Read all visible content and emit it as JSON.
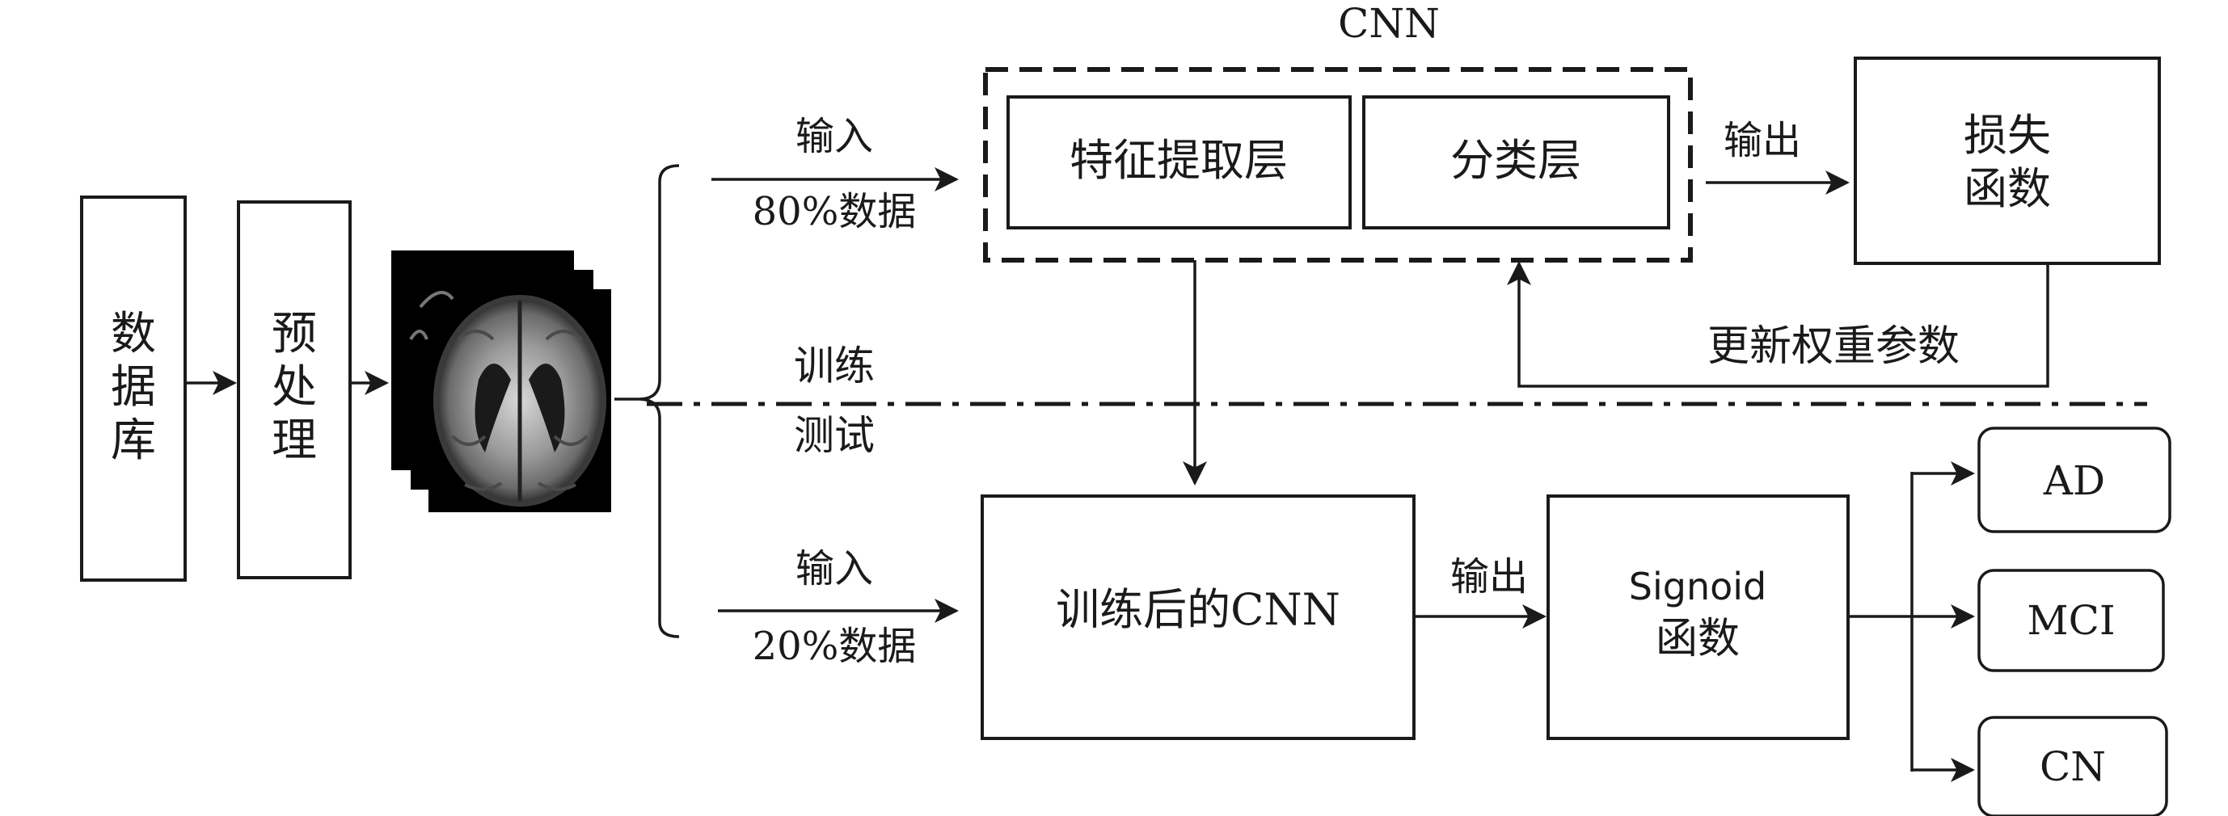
{
  "cnn_group_label": "CNN",
  "nodes": {
    "database": [
      "数",
      "据",
      "库"
    ],
    "preprocess": [
      "预",
      "处",
      "理"
    ],
    "feature_layer": "特征提取层",
    "classify_layer": "分类层",
    "loss": [
      "损失",
      "函数"
    ],
    "trained_cnn": "训练后的CNN",
    "sigmoid": [
      "Signoid",
      "函数"
    ],
    "outputs": [
      "AD",
      "MCI",
      "CN"
    ]
  },
  "edges": {
    "train_input": "输入",
    "train_data": "80%数据",
    "test_input": "输入",
    "test_data": "20%数据",
    "cnn_output": "输出",
    "trained_output": "输出",
    "update_weights": "更新权重参数"
  },
  "phases": {
    "train": "训练",
    "test": "测试"
  },
  "colors": {
    "line": "#1a1a1a",
    "mri_bg": "#000000"
  }
}
